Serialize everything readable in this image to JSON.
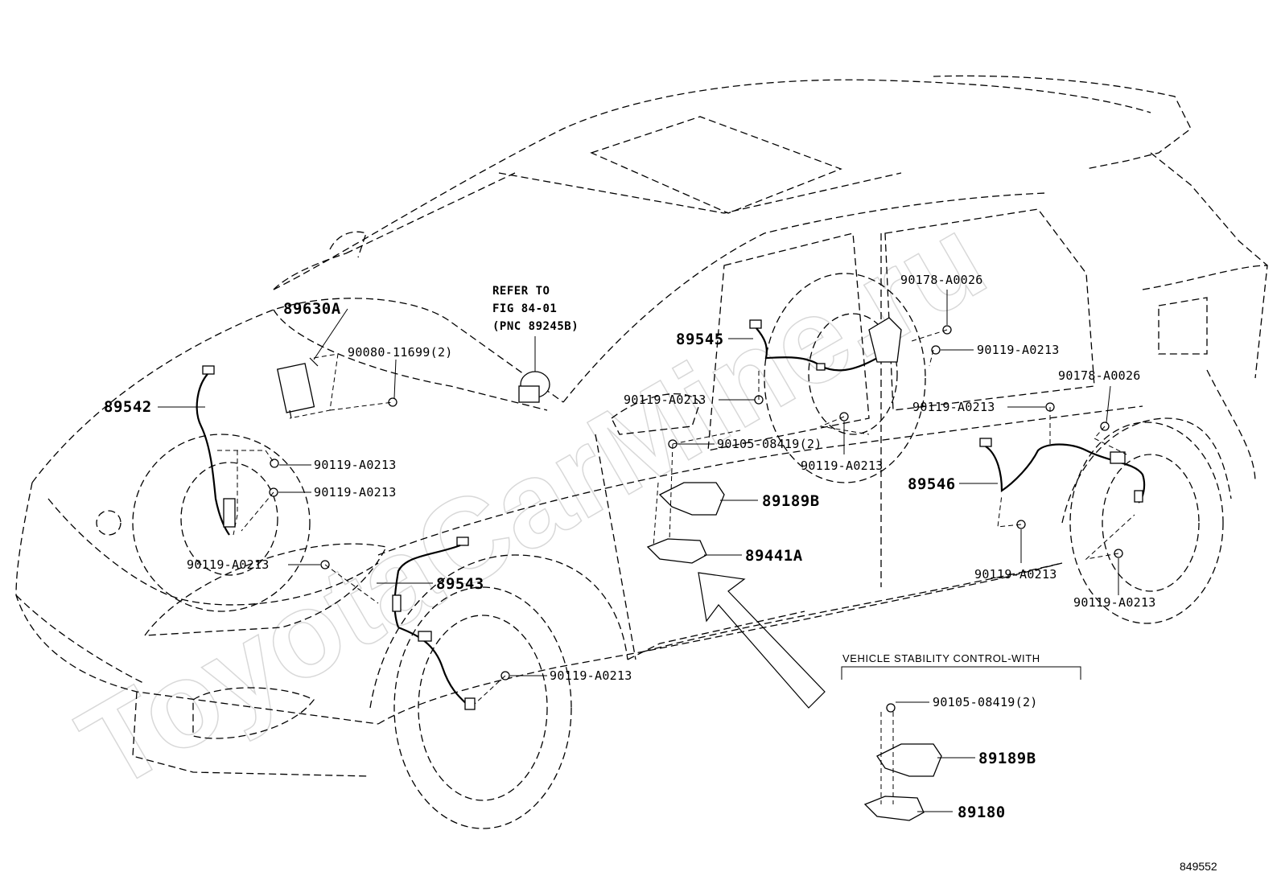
{
  "watermark": "ToyotaCarMine.ru",
  "figure_id": "849552",
  "note": [
    "REFER TO",
    "FIG 84-01",
    "(PNC 89245B)"
  ],
  "labels": {
    "p89630A": "89630A",
    "p89542": "89542",
    "p89545": "89545",
    "p89543": "89543",
    "p89546": "89546",
    "p89189B": "89189B",
    "p89441A": "89441A",
    "p89189B_vsc": "89189B",
    "p89180": "89180",
    "b90080": "90080-11699(2)",
    "b90119_fl1": "90119-A0213",
    "b90119_fl2": "90119-A0213",
    "b90119_fl3": "90119-A0213",
    "b90119_fr": "90119-A0213",
    "b90119_mid": "90119-A0213",
    "b90105_mid": "90105-08419(2)",
    "b90119_rl1": "90119-A0213",
    "b90178_top": "90178-A0026",
    "b90119_rl2": "90119-A0213",
    "b90178_r": "90178-A0026",
    "b90119_rr1": "90119-A0213",
    "b90119_rr2": "90119-A0213",
    "b90119_rr3": "90119-A0213",
    "b90105_vsc": "90105-08419(2)"
  },
  "vsc_section": "VEHICLE STABILITY CONTROL-WITH"
}
